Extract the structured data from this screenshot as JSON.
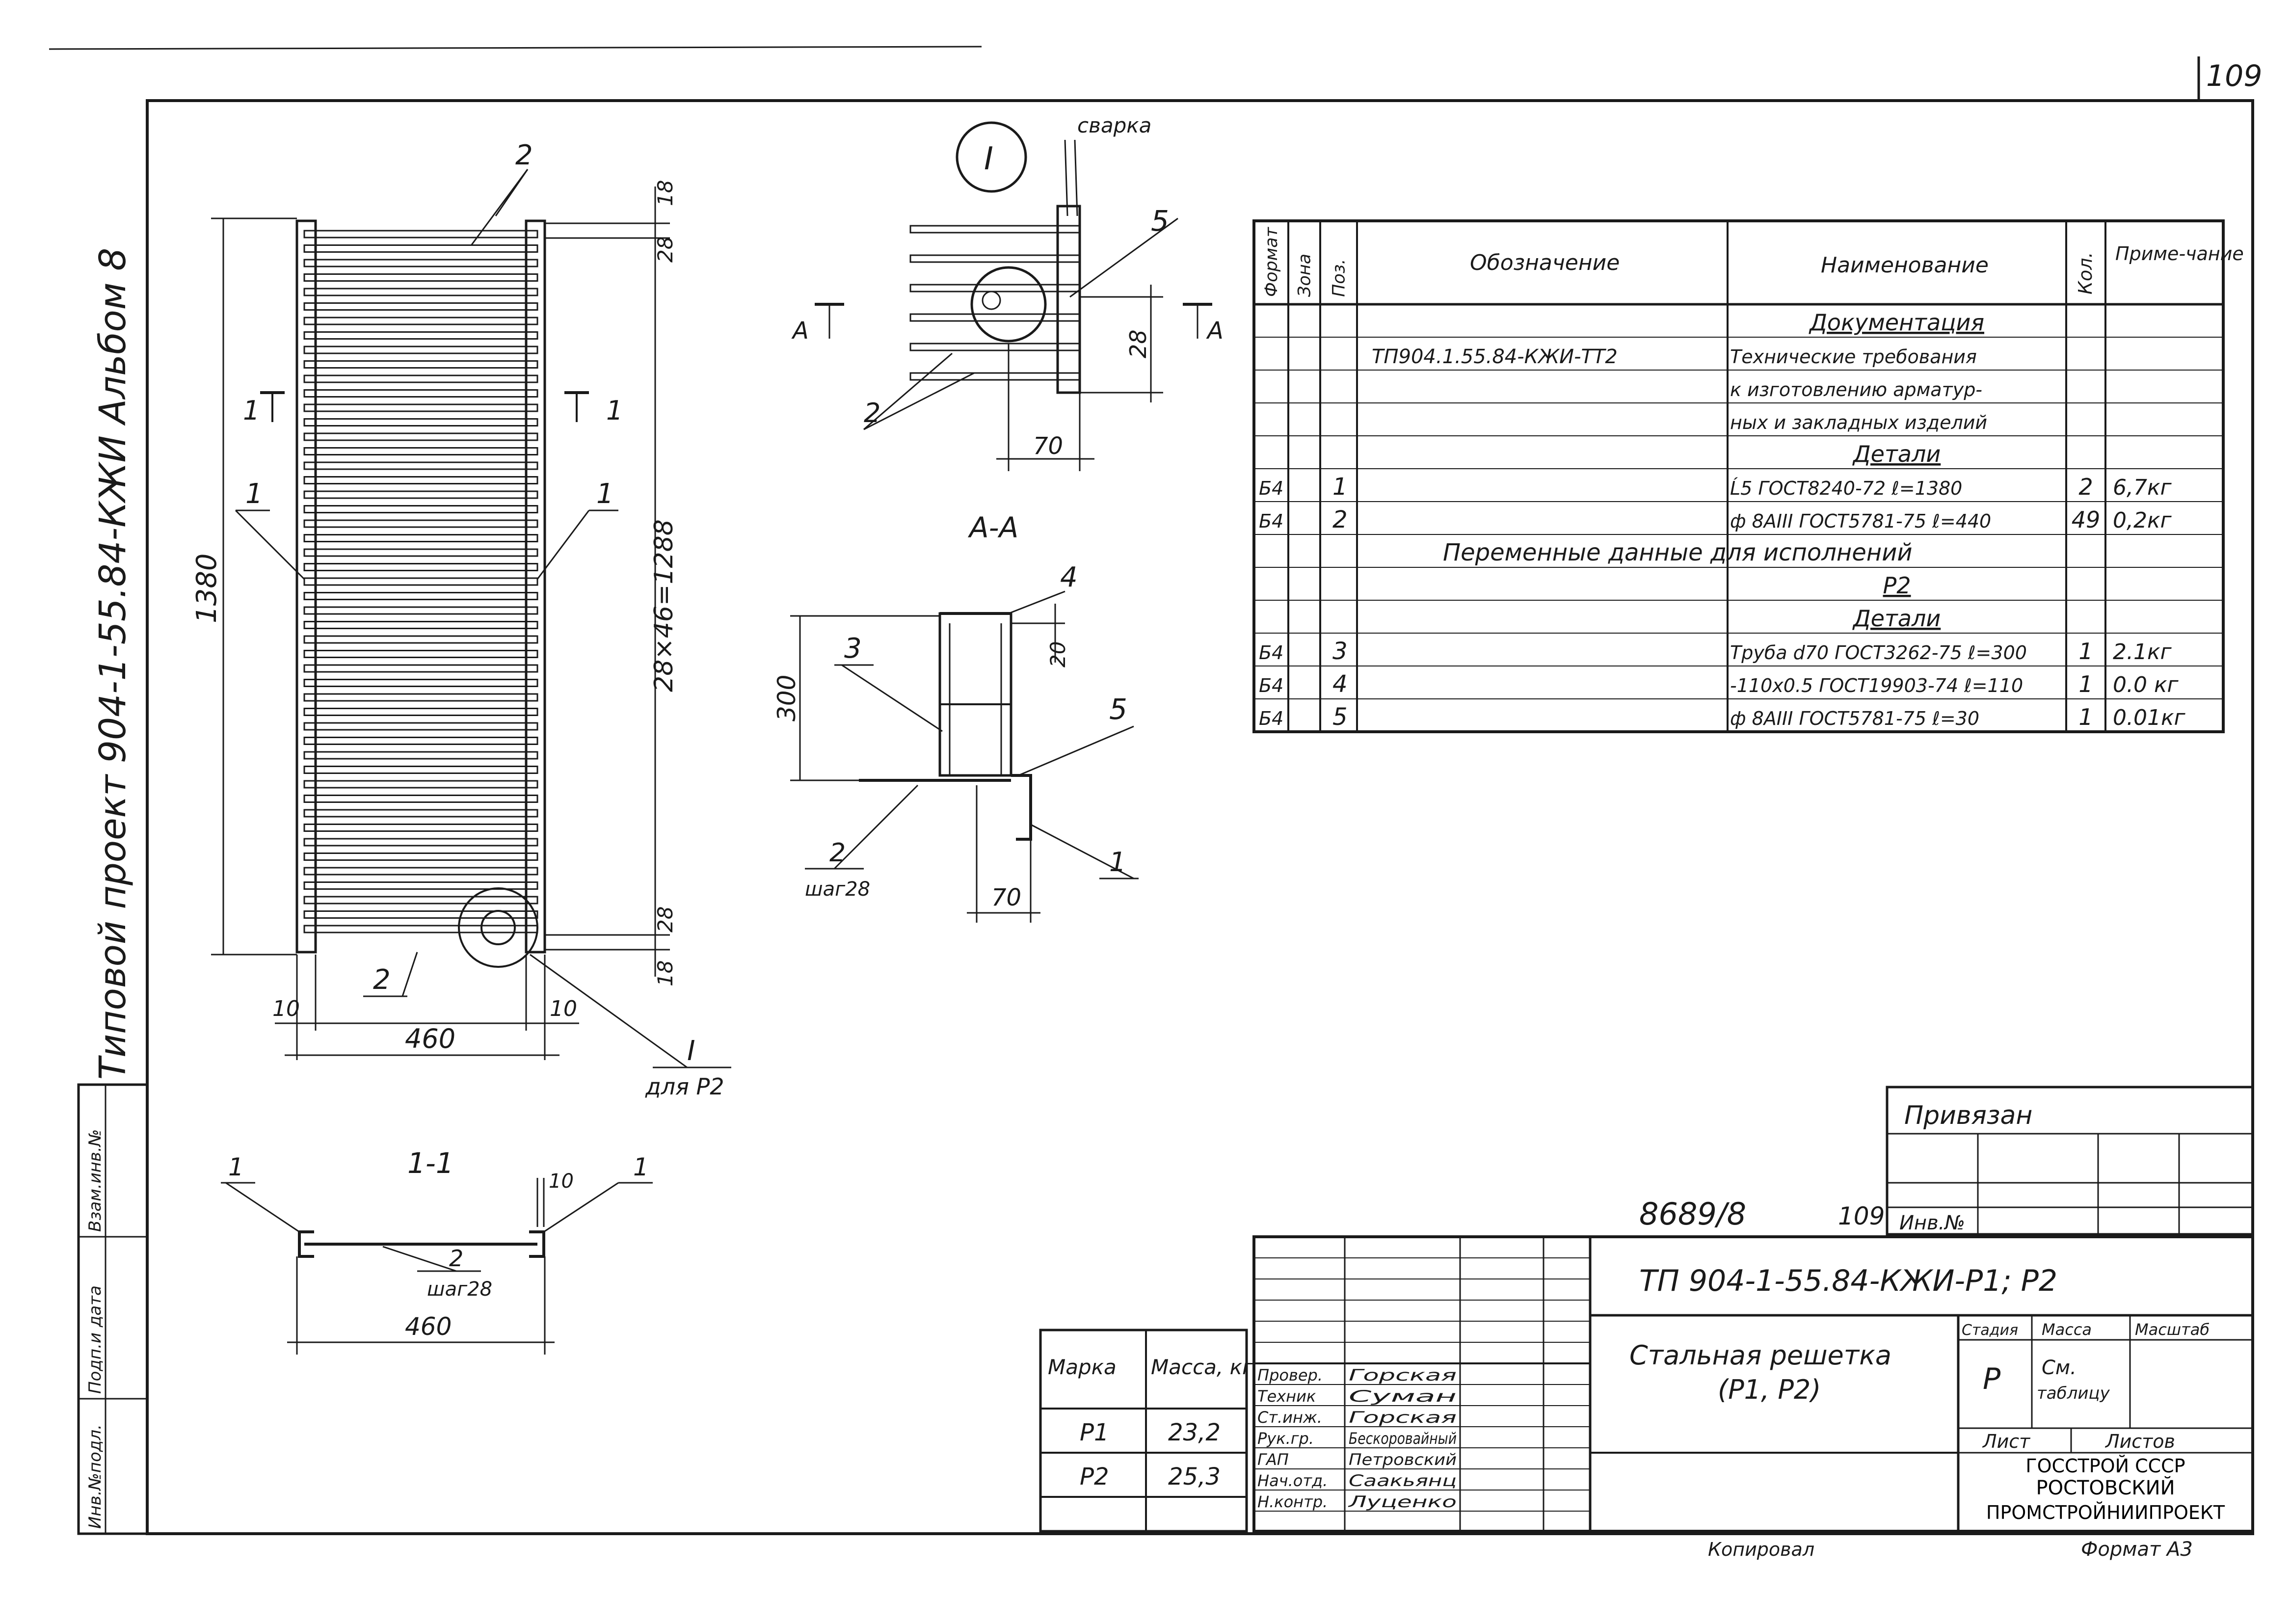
{
  "page": {
    "sheet_number": "109"
  },
  "side_title": "Типовой проект 904-1-55.84-КЖИ Альбом 8",
  "left_stamp": {
    "cells": [
      "Инв.№подл.",
      "Подп.и дата",
      "Взам.инв.№"
    ]
  },
  "main_view": {
    "dim_height": "1380",
    "dim_spacing": "28×46=1288",
    "dim_width": "460",
    "dim_left_margin": "10",
    "dim_right_margin": "10",
    "dim_top_1": "18",
    "dim_top_2": "28",
    "dim_bottom_1": "28",
    "dim_bottom_2": "18",
    "pos_2_top": "2",
    "pos_2_bottom": "2",
    "pos_1_left": "1",
    "pos_1_right": "1",
    "section_mark_left": "1",
    "section_mark_right": "1",
    "node_ref": "I",
    "node_ref_note": "для Р2"
  },
  "section_1_1": {
    "title": "1-1",
    "pos_1_left": "1",
    "pos_1_right": "1",
    "pos_2": "2",
    "pitch": "шаг28",
    "dim_width": "460",
    "dim_edge": "10"
  },
  "node_I": {
    "title": "I",
    "weld_label": "сварка",
    "pos_5": "5",
    "pos_2": "2",
    "dim_28": "28",
    "dim_70": "70",
    "cut_mark": "А"
  },
  "section_A_A": {
    "title": "А-А",
    "pos_4": "4",
    "pos_3": "3",
    "pos_5": "5",
    "pos_2": "2",
    "pitch": "шаг28",
    "pos_1": "1",
    "dim_300": "300",
    "dim_20": "20",
    "dim_70": "70"
  },
  "spec_table": {
    "headers": [
      "Формат",
      "Зона",
      "Поз.",
      "Обозначение",
      "Наименование",
      "Кол.",
      "Приме-чание"
    ],
    "rows": [
      {
        "fmt": "",
        "zone": "",
        "pos": "",
        "desig": "",
        "name": "Документация",
        "qty": "",
        "note": "",
        "heading": true
      },
      {
        "fmt": "",
        "zone": "",
        "pos": "",
        "desig": "ТП904.1.55.84-КЖИ-ТТ2",
        "name": "Технические требования",
        "qty": "",
        "note": ""
      },
      {
        "fmt": "",
        "zone": "",
        "pos": "",
        "desig": "",
        "name": "к изготовлению арматур-",
        "qty": "",
        "note": ""
      },
      {
        "fmt": "",
        "zone": "",
        "pos": "",
        "desig": "",
        "name": "ных и закладных изделий",
        "qty": "",
        "note": ""
      },
      {
        "fmt": "",
        "zone": "",
        "pos": "",
        "desig": "",
        "name": "Детали",
        "qty": "",
        "note": "",
        "heading": true
      },
      {
        "fmt": "Б4",
        "zone": "",
        "pos": "1",
        "desig": "",
        "name": "Ĺ5 ГОСТ8240-72 ℓ=1380",
        "qty": "2",
        "note": "6,7кг"
      },
      {
        "fmt": "Б4",
        "zone": "",
        "pos": "2",
        "desig": "",
        "name": "ф 8АIII ГОСТ5781-75 ℓ=440",
        "qty": "49",
        "note": "0,2кг"
      },
      {
        "fmt": "",
        "zone": "",
        "pos": "",
        "desig": "",
        "name": "Переменные данные для исполнений",
        "qty": "",
        "note": "",
        "span": true
      },
      {
        "fmt": "",
        "zone": "",
        "pos": "",
        "desig": "",
        "name": "Р2",
        "qty": "",
        "note": "",
        "heading": true
      },
      {
        "fmt": "",
        "zone": "",
        "pos": "",
        "desig": "",
        "name": "Детали",
        "qty": "",
        "note": "",
        "heading": true
      },
      {
        "fmt": "Б4",
        "zone": "",
        "pos": "3",
        "desig": "",
        "name": "Труба d70 ГОСТ3262-75 ℓ=300",
        "qty": "1",
        "note": "2.1кг"
      },
      {
        "fmt": "Б4",
        "zone": "",
        "pos": "4",
        "desig": "",
        "name": "-110х0.5 ГОСТ19903-74 ℓ=110",
        "qty": "1",
        "note": "0.0 кг"
      },
      {
        "fmt": "Б4",
        "zone": "",
        "pos": "5",
        "desig": "",
        "name": "ф 8АIII ГОСТ5781-75 ℓ=30",
        "qty": "1",
        "note": "0.01кг"
      }
    ]
  },
  "mass_table": {
    "headers": [
      "Марка",
      "Масса, кг"
    ],
    "rows": [
      {
        "mark": "Р1",
        "mass": "23,2"
      },
      {
        "mark": "Р2",
        "mass": "25,3"
      }
    ]
  },
  "tied": {
    "label": "Привязан",
    "inv_label": "Инв.№"
  },
  "archive_number": "8689/8",
  "archive_page": "109",
  "title_block": {
    "doc_code": "ТП 904-1-55.84-КЖИ-Р1; Р2",
    "item_name": "Стальная решетка",
    "item_name_2": "(Р1, Р2)",
    "stage_label": "Стадия",
    "mass_label": "Масса",
    "scale_label": "Масштаб",
    "stage_value": "Р",
    "mass_value_1": "См.",
    "mass_value_2": "таблицу",
    "sheet_label": "Лист",
    "sheets_label": "Листов",
    "org_1": "ГОССТРОЙ СССР",
    "org_2": "РОСТОВСКИЙ",
    "org_3": "ПРОМСТРОЙНИИПРОЕКТ",
    "signers": [
      {
        "role": "Провер.",
        "name": "Горская"
      },
      {
        "role": "Техник",
        "name": "Суман"
      },
      {
        "role": "Ст.инж.",
        "name": "Горская"
      },
      {
        "role": "Рук.гр.",
        "name": "Бескоровайный"
      },
      {
        "role": "ГАП",
        "name": "Петровский"
      },
      {
        "role": "Нач.отд.",
        "name": "Саакьянц"
      },
      {
        "role": "Н.контр.",
        "name": "Луценко"
      }
    ]
  },
  "footer": {
    "copied": "Копировал",
    "format": "Формат А3"
  }
}
